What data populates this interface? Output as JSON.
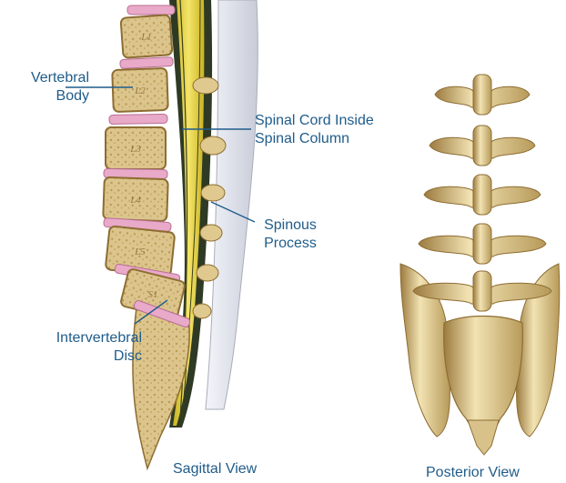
{
  "labels": {
    "vertebral_body": [
      "Vertebral",
      "Body"
    ],
    "spinal_cord": [
      "Spinal Cord Inside",
      "Spinal Column"
    ],
    "spinous_process": [
      "Spinous",
      "Process"
    ],
    "intervertebral_disc": [
      "Intervertebral",
      "Disc"
    ],
    "sagittal_view": "Sagittal View",
    "posterior_view": "Posterior View"
  },
  "vertebra_marks": [
    "L1",
    "L2",
    "L3",
    "L4",
    "L5",
    "S1"
  ],
  "colors": {
    "label_text": "#1f5c8a",
    "leader_line": "#1f5c8a",
    "bone": "#d7c38c",
    "bone_dark": "#a8884a",
    "disc": "#e9a9c8",
    "spinal_cord": "#e8d23a",
    "ligament": "#d9dde6"
  }
}
